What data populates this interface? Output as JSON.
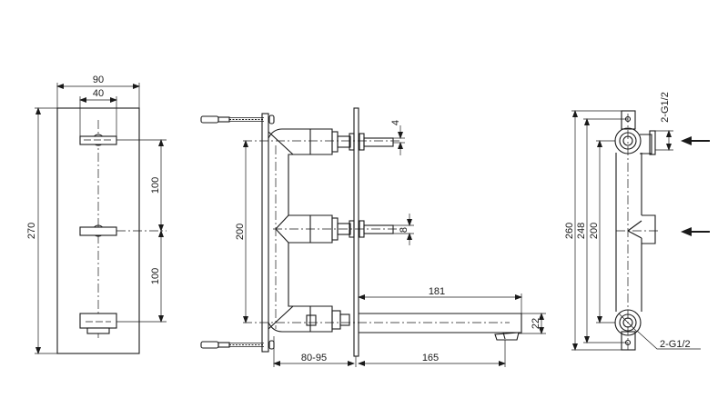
{
  "drawing": {
    "front_view": {
      "dimensions": {
        "overall_width": "90",
        "handle_width": "40",
        "overall_height": "270",
        "spacing_upper": "100",
        "spacing_lower": "100"
      }
    },
    "side_view": {
      "dimensions": {
        "centre_distance": "200",
        "stem_top": "4",
        "stem_mid": "8",
        "spout_length": "181",
        "spout_height": "22",
        "wall_depth": "80-95",
        "spout_reach": "165"
      }
    },
    "body_view": {
      "dimensions": {
        "overall_height": "260",
        "mounting_height": "248",
        "centre_distance": "200",
        "thread_top": "2-G1/2",
        "thread_bottom": "2-G1/2"
      },
      "icons": [
        "flow-arrow-top",
        "flow-arrow-middle"
      ]
    },
    "colors": {
      "line": "#1a1a1a",
      "background": "#ffffff"
    }
  }
}
